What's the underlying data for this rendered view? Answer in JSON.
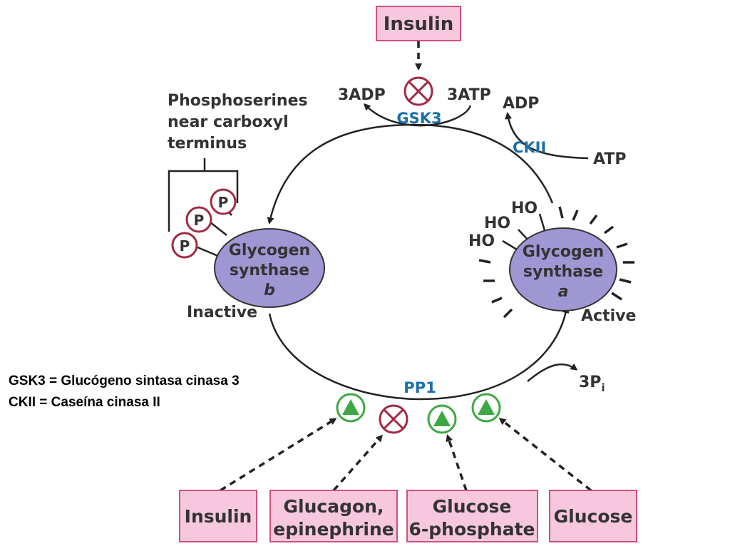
{
  "top_box": {
    "label": "Insulin"
  },
  "gsk3": {
    "label": "GSK3",
    "left_product": "3ADP",
    "right_substrate": "3ATP"
  },
  "ckii": {
    "label": "CKII",
    "product": "ADP",
    "substrate": "ATP"
  },
  "phospho_label": {
    "line1": "Phosphoserines",
    "line2": "near carboxyl",
    "line3": "terminus"
  },
  "p_label": "P",
  "ho_label": "HO",
  "enzyme_b": {
    "line1": "Glycogen",
    "line2": "synthase",
    "line3": "b",
    "state": "Inactive"
  },
  "enzyme_a": {
    "line1": "Glycogen",
    "line2": "synthase",
    "line3": "a",
    "state": "Active"
  },
  "pp1": {
    "label": "PP1",
    "product": "3P",
    "product_sub": "i"
  },
  "legend": {
    "line1": "GSK3 = Glucógeno sintasa cinasa 3",
    "line2": "CKII = Caseína cinasa II"
  },
  "bottom_boxes": [
    {
      "line1": "Insulin",
      "line2": ""
    },
    {
      "line1": "Glucagon,",
      "line2": "epinephrine"
    },
    {
      "line1": "Glucose",
      "line2": "6-phosphate"
    },
    {
      "line1": "Glucose",
      "line2": ""
    }
  ],
  "regulators": [
    "activate",
    "inhibit",
    "activate",
    "activate"
  ],
  "colors": {
    "box_fill": "#f7c8dd",
    "enzyme_fill": "#9f97d4",
    "kinase_text": "#1c6fa8",
    "inhibit": "#a22a43",
    "activate": "#3ea844"
  }
}
